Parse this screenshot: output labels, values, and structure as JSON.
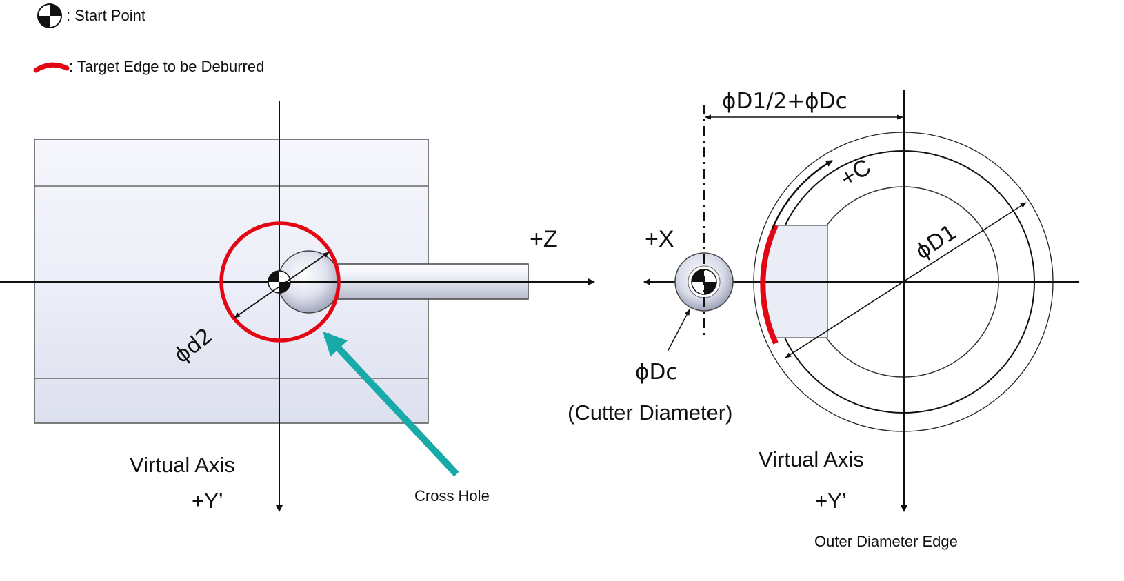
{
  "legend": {
    "start_point": ": Start Point",
    "target_edge": ": Target Edge to be Deburred"
  },
  "left_view": {
    "axis_z": "+Z",
    "hole_diameter": "ϕd2",
    "axis_y_title": "Virtual Axis",
    "axis_y": "+Y’",
    "cross_hole_label": "Cross Hole"
  },
  "right_view": {
    "offset_dim": "ϕD1/2+ϕDc",
    "axis_x": "+X",
    "axis_c": "+C",
    "part_diameter": "ϕD1",
    "cutter_symbol": "ϕDc",
    "cutter_desc": "(Cutter Diameter)",
    "axis_y_title": "Virtual Axis",
    "axis_y": "+Y’",
    "outer_edge_label": "Outer Diameter Edge"
  },
  "colors": {
    "highlight_red": "#e30613",
    "arrow_teal": "#18a9a9",
    "body_fill": "#eceef8",
    "line": "#111111"
  },
  "icons": {
    "start_point": "quartered-target-icon",
    "target_edge": "red-arc-icon"
  }
}
